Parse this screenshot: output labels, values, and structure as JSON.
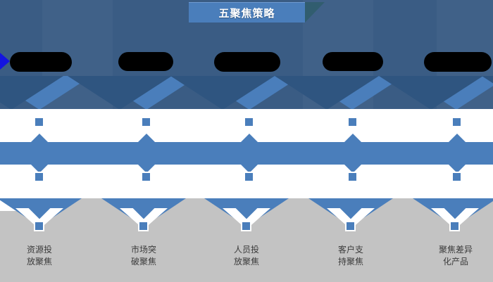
{
  "slide": {
    "title": "五聚焦策略",
    "title_color": "#4a7ebb",
    "background_color": "#3a5c84",
    "accent_color": "#4a7ebb",
    "gray_color": "#c3c3c3",
    "dark_blue": "#2f5580"
  },
  "header_items": [
    {
      "id": 1,
      "label": "",
      "redacted": true
    },
    {
      "id": 2,
      "label": "",
      "redacted": true
    },
    {
      "id": 3,
      "label": "",
      "redacted": true
    },
    {
      "id": 4,
      "label": "",
      "redacted": true
    },
    {
      "id": 5,
      "label": "",
      "redacted": true
    }
  ],
  "columns": [
    {
      "index": 1,
      "bottom_label": "资源投\n放聚焦",
      "line1": "资源投",
      "line2": "放聚焦"
    },
    {
      "index": 2,
      "bottom_label": "市场突\n破聚焦",
      "line1": "市场突",
      "line2": "破聚焦"
    },
    {
      "index": 3,
      "bottom_label": "人员投\n放聚焦",
      "line1": "人员投",
      "line2": "放聚焦"
    },
    {
      "index": 4,
      "bottom_label": "客户支\n持聚焦",
      "line1": "客户支",
      "line2": "持聚焦"
    },
    {
      "index": 5,
      "bottom_label": "聚焦差异\n化产品",
      "line1": "聚焦差异",
      "line2": "化产品"
    }
  ]
}
